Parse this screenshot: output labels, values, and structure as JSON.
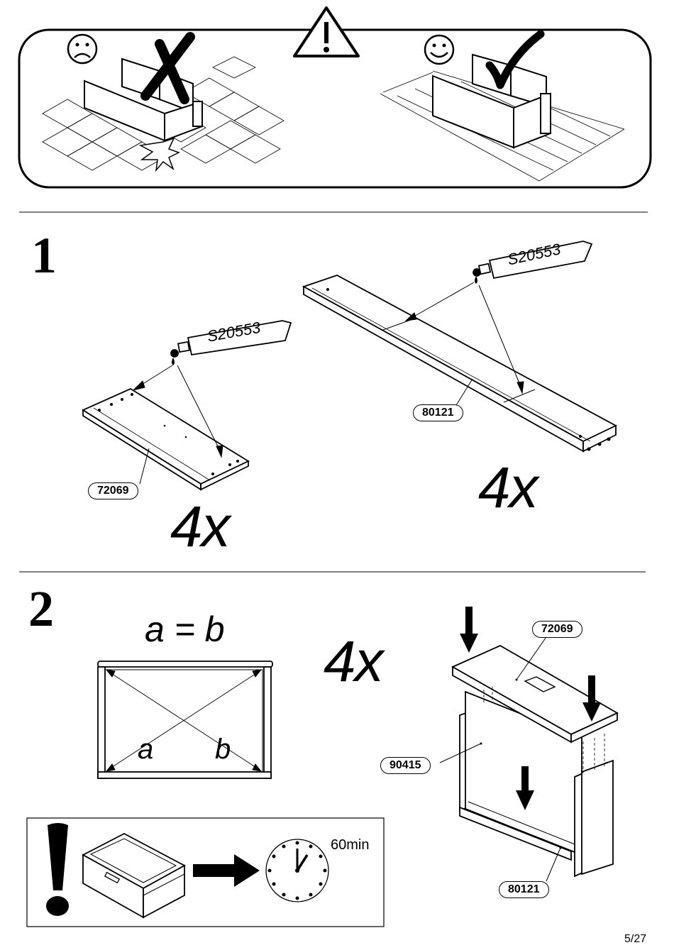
{
  "warning": {
    "bad_face_icon": "sad-face-icon",
    "good_face_icon": "smiley-face-icon",
    "warning_icon": "warning-triangle-icon",
    "cross_icon": "cross-mark-icon",
    "check_icon": "check-mark-icon"
  },
  "step1": {
    "number": "1",
    "glue_left": "S20553",
    "glue_right": "S20553",
    "part_left": "72069",
    "part_right": "80121",
    "qty_left": "4x",
    "qty_right": "4x"
  },
  "step2": {
    "number": "2",
    "equation": "a = b",
    "diag_a": "a",
    "diag_b": "b",
    "qty": "4x",
    "part_top": "72069",
    "part_panel": "90415",
    "part_bottom": "80121"
  },
  "drying": {
    "exclamation_icon": "exclamation-icon",
    "arrow_icon": "arrow-right-icon",
    "clock_icon": "clock-icon",
    "time_label": "60min"
  },
  "footer": {
    "page": "5/27"
  }
}
